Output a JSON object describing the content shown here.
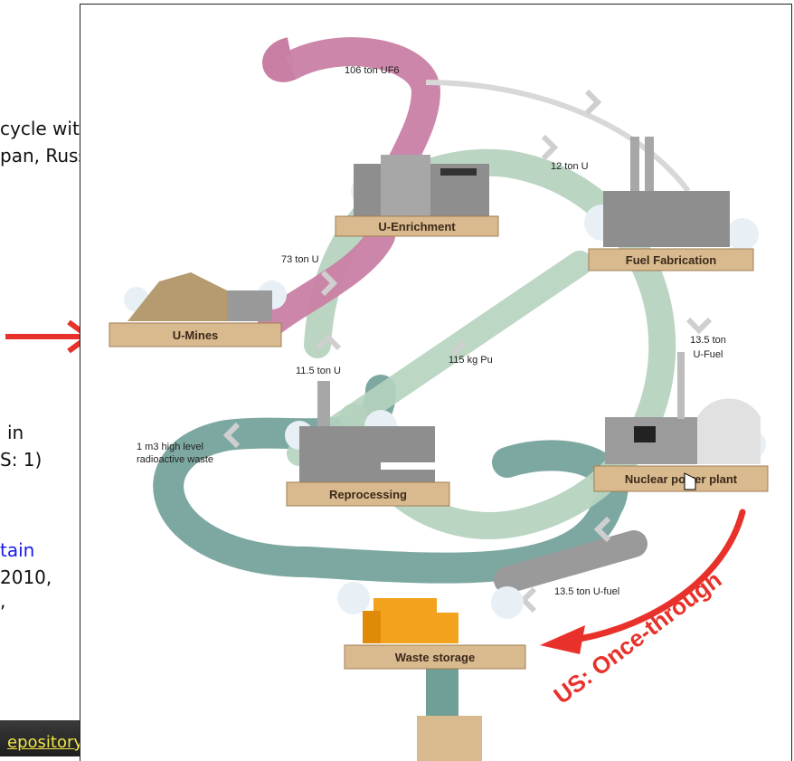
{
  "background_slide": {
    "line1": "cycle with reprocessing",
    "line2": "pan, Russia, India, ...)",
    "line3": "in",
    "line4": "S: 1)",
    "line5_link": "tain",
    "line6": "2010,",
    "line7": ",",
    "photo_caption": "epository in Carlshad/NM"
  },
  "diagram": {
    "stations": {
      "u_enrichment": "U-Enrichment",
      "fuel_fabrication": "Fuel Fabrication",
      "u_mines": "U-Mines",
      "nuclear_power_plant": "Nuclear power plant",
      "reprocessing": "Reprocessing",
      "waste_storage": "Waste storage"
    },
    "flows": {
      "uf6": "106 ton UF6",
      "enriched_u": "12 ton U",
      "mined_u": "73 ton U",
      "u_fuel_line1": "13.5 ton",
      "u_fuel_line2": "U-Fuel",
      "recovered_u": "11.5 ton U",
      "plutonium": "115 kg Pu",
      "hlw_line1": "1 m3 high level",
      "hlw_line2": "radioactive waste",
      "spent_fuel": "13.5 ton U-fuel"
    },
    "annotation": "US: Once-through"
  },
  "colors": {
    "uf6_pink": "#c97fa4",
    "cycle_green": "#b6d3bf",
    "waste_teal": "#6f9f97",
    "spent_gray": "#9a9a9a",
    "station_plate": "#d9b98e",
    "storage_orange": "#f2a21c",
    "arrow_red": "#e8312a"
  },
  "icons": [
    "red-arrow-icon",
    "hand-cursor-icon",
    "chevron-icon"
  ]
}
